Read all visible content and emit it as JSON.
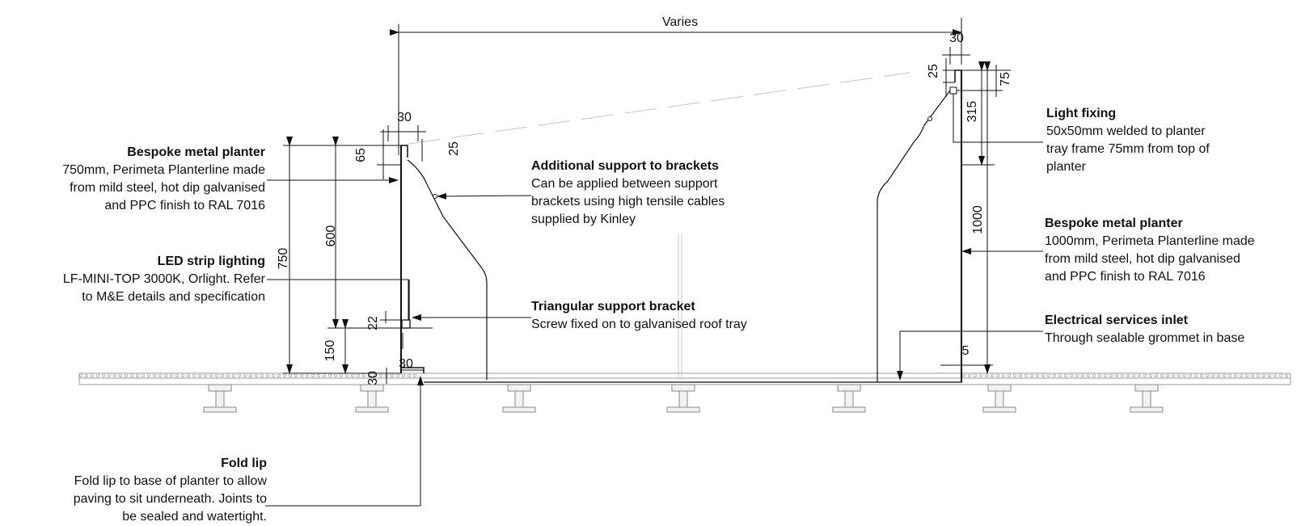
{
  "dimensions": {
    "varies": "Varies",
    "left_top_30": "30",
    "left_65": "65",
    "left_25": "25",
    "left_600": "600",
    "left_750": "750",
    "left_22": "22",
    "left_150": "150",
    "left_30_vertical": "30",
    "left_30_base": "30",
    "right_30": "30",
    "right_25": "25",
    "right_75": "75",
    "right_315": "315",
    "right_1000": "1000",
    "right_5": "5"
  },
  "notes": {
    "planter_750": {
      "title": "Bespoke metal planter",
      "body": "750mm, Perimeta Planterline made\nfrom mild steel, hot dip galvanised\nand PPC finish to RAL 7016"
    },
    "led": {
      "title": "LED strip lighting",
      "body": "LF-MINI-TOP 3000K, Orlight. Refer\nto M&E details and specification"
    },
    "fold_lip": {
      "title": "Fold lip",
      "body": "Fold lip to base of planter to allow\npaving to sit underneath. Joints to\nbe sealed and watertight."
    },
    "additional_support": {
      "title": "Additional support to brackets",
      "body": "Can be applied between support\nbrackets using high tensile cables\nsupplied by Kinley"
    },
    "triangular": {
      "title": "Triangular support bracket",
      "body": "Screw fixed on to galvanised roof tray"
    },
    "light_fixing": {
      "title": "Light fixing",
      "body": "50x50mm welded to planter\ntray frame 75mm from top of\nplanter"
    },
    "planter_1000": {
      "title": "Bespoke  metal planter",
      "body": "1000mm, Perimeta Planterline made\nfrom mild steel, hot dip galvanised\nand PPC finish to RAL 7016"
    },
    "electrical": {
      "title": "Electrical services inlet",
      "body": "Through sealable grommet in base"
    }
  }
}
